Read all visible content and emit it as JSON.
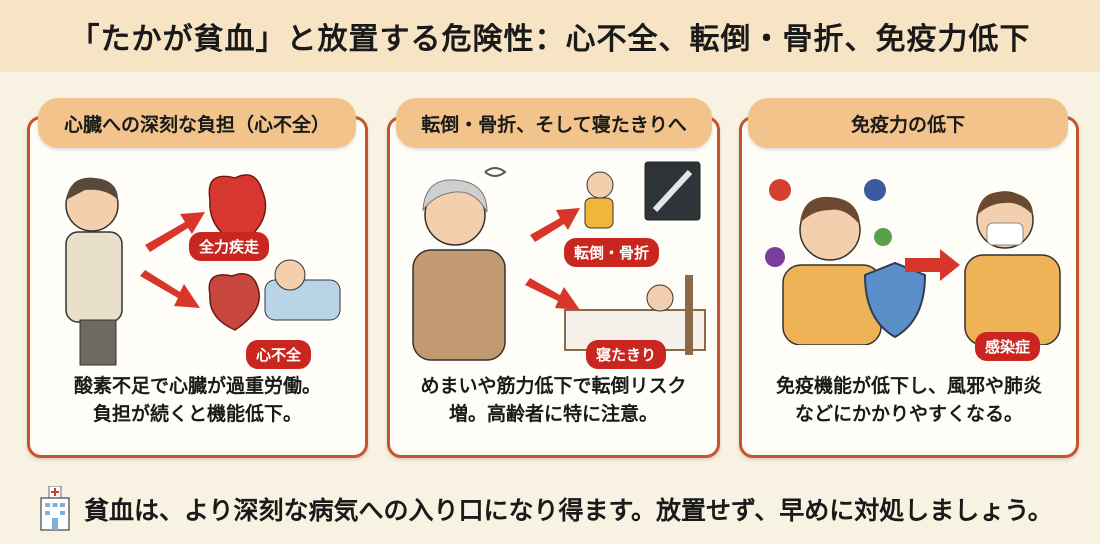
{
  "title": "「たかが貧血」と放置する危険性：心不全、転倒・骨折、免疫力低下",
  "panels": [
    {
      "heading": "心臓への深刻な負担（心不全）",
      "badges": [
        "全力疾走",
        "心不全"
      ],
      "desc_lines": [
        "酸素不足で心臓が過重労働。",
        "負担が続くと機能低下。"
      ]
    },
    {
      "heading": "転倒・骨折、そして寝たきりへ",
      "badges": [
        "転倒・骨折",
        "寝たきり"
      ],
      "desc_lines": [
        "めまいや筋力低下で転倒リスク",
        "増。高齢者に特に注意。"
      ]
    },
    {
      "heading": "免疫力の低下",
      "badges": [
        "感染症"
      ],
      "desc_lines": [
        "免疫機能が低下し、風邪や肺炎",
        "などにかかりやすくなる。"
      ]
    }
  ],
  "footer": {
    "text": "貧血は、より深刻な病気への入り口になり得ます。放置せず、早めに対処しましょう。"
  },
  "colors": {
    "accent": "#c8261f",
    "border": "#c4552f",
    "pill": "#f2c48c",
    "header": "#f7e4c4"
  }
}
